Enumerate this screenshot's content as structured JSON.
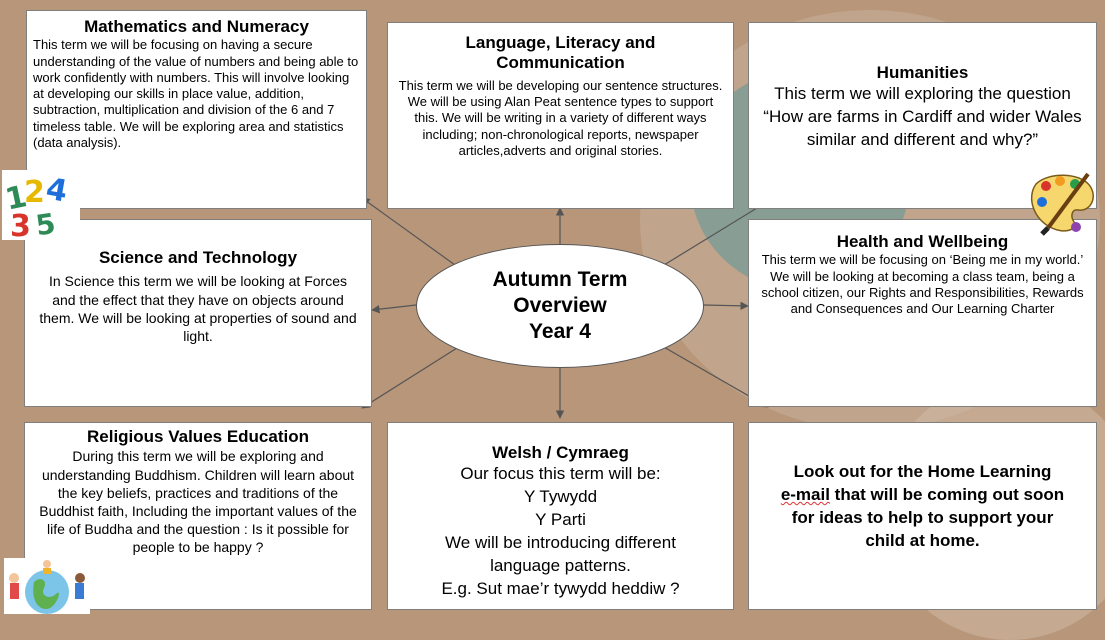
{
  "center": {
    "line1": "Autumn Term",
    "line2": "Overview",
    "line3": "Year 4"
  },
  "math": {
    "title": "Mathematics and Numeracy",
    "body": "This term we will be focusing on having a secure understanding of the value of numbers and being able to work confidently with numbers. This will involve looking at developing our skills in place value, addition, subtraction, multiplication and division of the 6 and 7 timeless table. We will be exploring area and statistics (data analysis)."
  },
  "language": {
    "title": "Language, Literacy and Communication",
    "body": "This term we will be developing our sentence structures. We will be using Alan Peat sentence types to support this. We will be writing in a variety of different ways including; non-chronological reports, newspaper articles,adverts and original stories."
  },
  "humanities": {
    "title": "Humanities",
    "body": "This term we will exploring the question “How are farms in Cardiff  and wider Wales similar and different and why?”"
  },
  "science": {
    "title": "Science and Technology",
    "body": "In Science this term we will be looking at Forces and the effect that they have on objects around them.  We will be looking at properties of sound and light."
  },
  "health": {
    "title": "Health and Wellbeing",
    "body": "This term we will be focusing on ‘Being me in my world.’    We will be looking at becoming a class team, being a school citizen, our Rights and Responsibilities, Rewards and Consequences and Our Learning Charter"
  },
  "religious": {
    "title": "Religious Values Education",
    "body": "During this term we will be exploring and understanding Buddhism. Children will learn about the key beliefs, practices and traditions of the Buddhist faith, Including the important values of the life of Buddha and the question : Is it possible for people to be happy ?"
  },
  "welsh": {
    "title": "Welsh / Cymraeg",
    "line1": "Our focus this term will be:",
    "line2": "Y Tywydd",
    "line3": "Y Parti",
    "line4": "We will be introducing different language patterns.",
    "line5": "E.g. Sut mae’r tywydd heddiw ?"
  },
  "home": {
    "line1": "Look out for the Home Learning",
    "line2_underlined": "e-mail",
    "line2_rest": " that will be coming out soon",
    "line3": "for ideas to help to support your child at home."
  },
  "images": {
    "numbers": "colorful-numbers-clipart",
    "palette": "paint-palette-icon",
    "children": "children-around-globe-clipart"
  },
  "colors": {
    "background": "#b8967a",
    "box_border": "#7f7f7f",
    "arrow": "#555555"
  }
}
